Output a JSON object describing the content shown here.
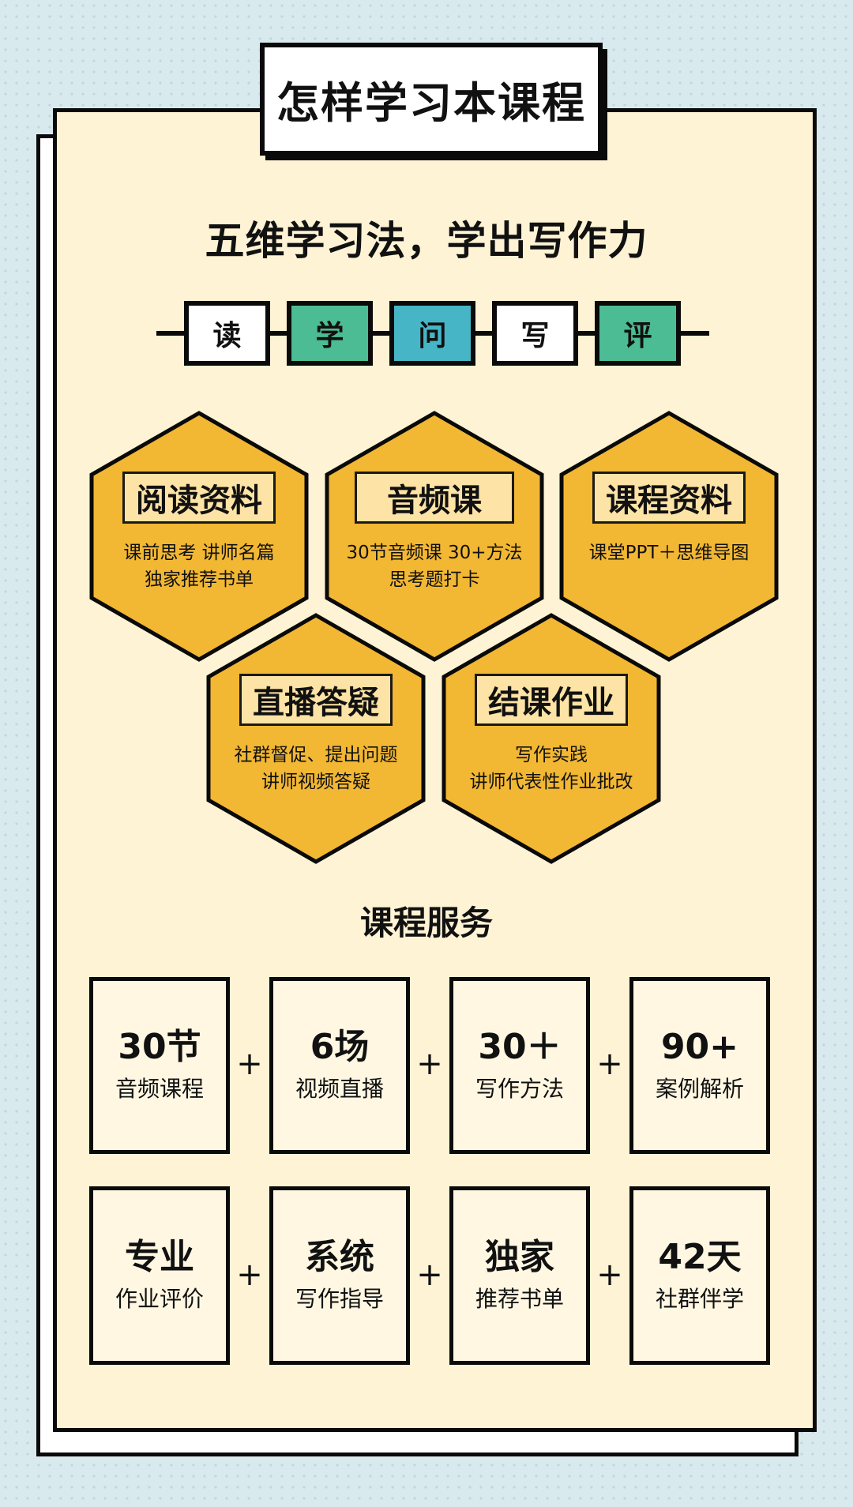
{
  "header": {
    "title": "怎样学习本课程"
  },
  "subtitle": "五维学习法，学出写作力",
  "steps": [
    {
      "label": "读",
      "color": "#ffffff"
    },
    {
      "label": "学",
      "color": "#4bbc94"
    },
    {
      "label": "问",
      "color": "#46b5c6"
    },
    {
      "label": "写",
      "color": "#ffffff"
    },
    {
      "label": "评",
      "color": "#4bbc94"
    }
  ],
  "modules": [
    {
      "title": "阅读资料",
      "desc": "课前思考  讲师名篇\n独家推荐书单"
    },
    {
      "title": "音频课",
      "desc": "30节音频课 30+方法\n思考题打卡"
    },
    {
      "title": "课程资料",
      "desc": "课堂PPT＋思维导图"
    },
    {
      "title": "直播答疑",
      "desc": "社群督促、提出问题\n讲师视频答疑"
    },
    {
      "title": "结课作业",
      "desc": "写作实践\n讲师代表性作业批改"
    }
  ],
  "services": {
    "title": "课程服务",
    "plus": "+",
    "rows": [
      [
        {
          "big": "30节",
          "small": "音频课程"
        },
        {
          "big": "6场",
          "small": "视频直播"
        },
        {
          "big": "30＋",
          "small": "写作方法"
        },
        {
          "big": "90+",
          "small": "案例解析"
        }
      ],
      [
        {
          "big": "专业",
          "small": "作业评价"
        },
        {
          "big": "系统",
          "small": "写作指导"
        },
        {
          "big": "独家",
          "small": "推荐书单"
        },
        {
          "big": "42天",
          "small": "社群伴学"
        }
      ]
    ]
  },
  "colors": {
    "background": "#d9eaef",
    "card": "#fef3d4",
    "hexagon": "#f2b733",
    "hex_label_bg": "#fde3a5",
    "service_box": "#fff7e2",
    "border": "#0a0a0a"
  }
}
